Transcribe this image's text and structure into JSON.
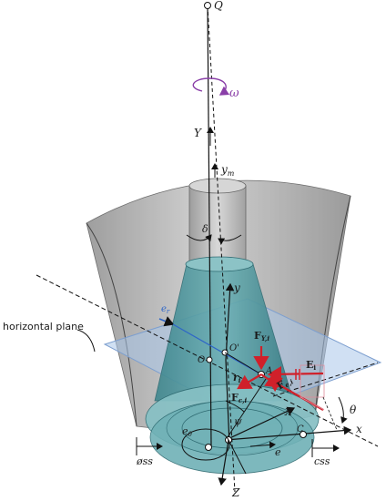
{
  "figure": {
    "labels": {
      "Q": "Q",
      "omega": "ω",
      "Y": "Y",
      "y_m": "y",
      "y_m_sub": "m",
      "delta": "δ",
      "y": "y",
      "horizontal_plane": "horizontal plane",
      "e_r": "e",
      "e_r_sub": "r",
      "O": "O",
      "O_prime": "O'",
      "F_Y": "F",
      "F_Y_sub": "Y,i",
      "A": "A",
      "E_i": "E",
      "E_i_sub": "i",
      "r_i": "r",
      "r_i_sub": "i",
      "F_c": "F",
      "F_c_sub": "c,i",
      "F_e": "F",
      "F_e_sub": "e,i",
      "X": "X",
      "theta": "θ",
      "x": "x",
      "psi": "ψ",
      "e_0": "e",
      "e_0_sub": "0",
      "C": "C",
      "e": "e",
      "oss": "øss",
      "css": "css",
      "Z": "Z"
    },
    "colors": {
      "force_red": "#d0202a",
      "omega_purple": "#8a3fa8",
      "plane_blue": "#a9c6ea",
      "bowl_grey": "#9a9a9a",
      "mantle_teal": "#3f8f96"
    }
  }
}
